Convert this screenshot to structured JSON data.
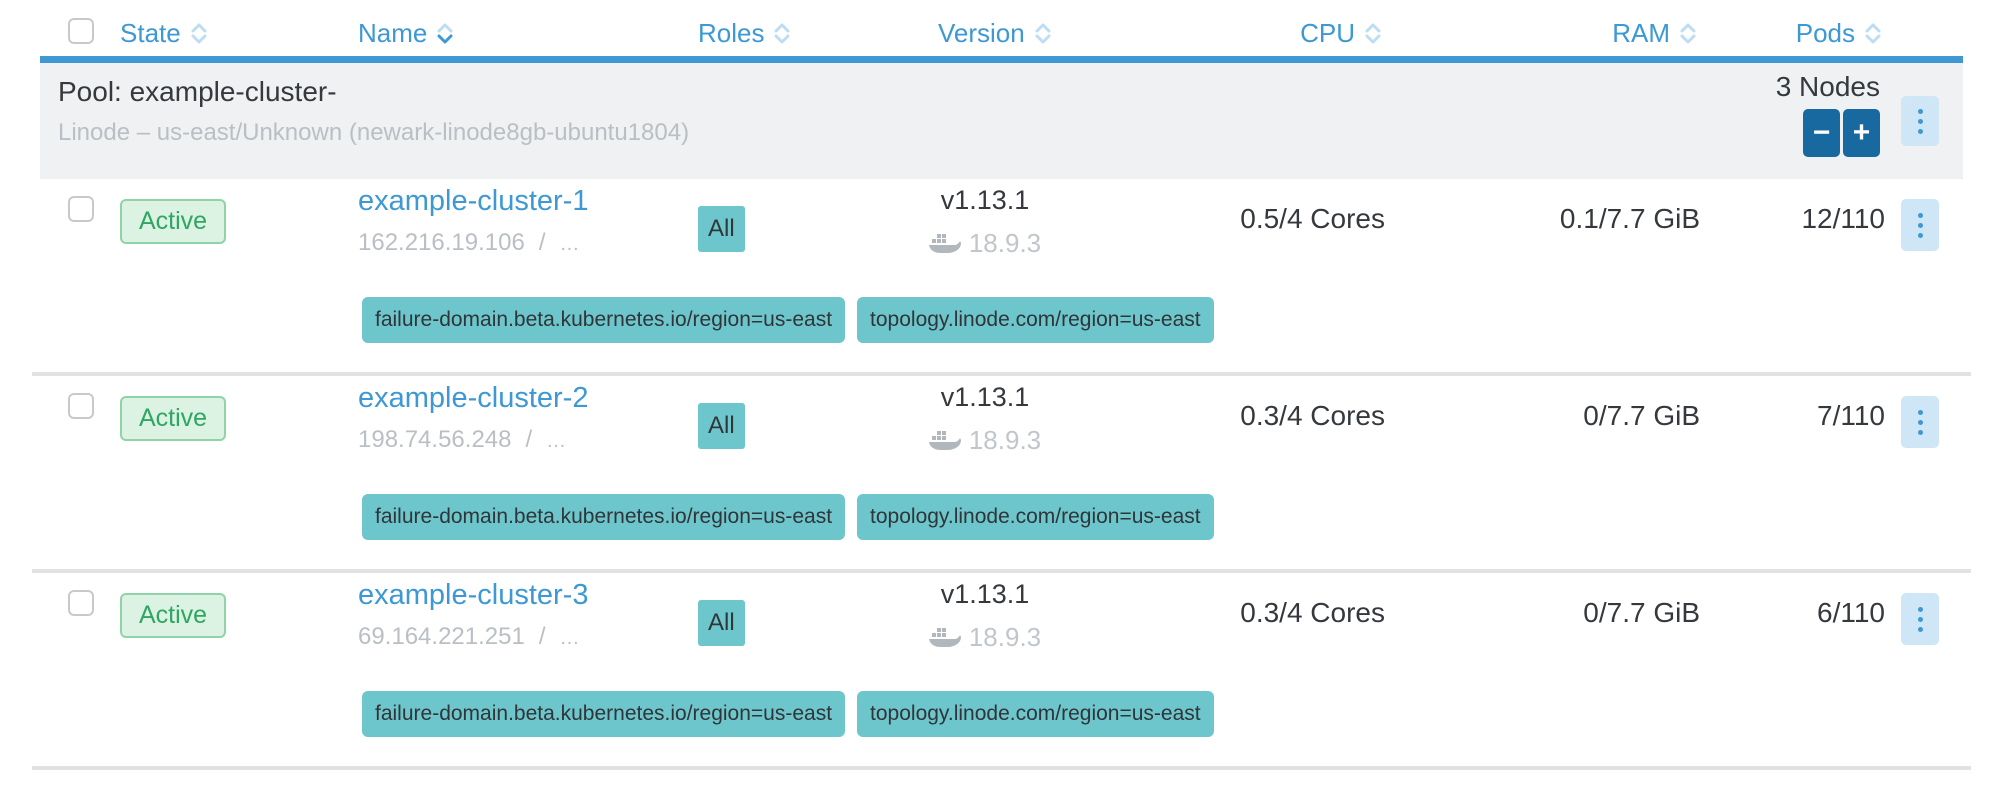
{
  "header": {
    "columns": [
      {
        "id": "state",
        "label": "State",
        "sort": "none"
      },
      {
        "id": "name",
        "label": "Name",
        "sort": "desc"
      },
      {
        "id": "roles",
        "label": "Roles",
        "sort": "none"
      },
      {
        "id": "version",
        "label": "Version",
        "sort": "none"
      },
      {
        "id": "cpu",
        "label": "CPU",
        "sort": "none"
      },
      {
        "id": "ram",
        "label": "RAM",
        "sort": "none"
      },
      {
        "id": "pods",
        "label": "Pods",
        "sort": "none"
      }
    ]
  },
  "pool": {
    "title": "Pool: example-cluster-",
    "subtitle": "Linode – us-east/Unknown (newark-linode8gb-ubuntu1804)",
    "node_count": "3 Nodes",
    "scale_down_label": "−",
    "scale_up_label": "+"
  },
  "strings": {
    "ip_separator": "/",
    "ip_truncated": "…"
  },
  "rows": [
    {
      "state": "Active",
      "name": "example-cluster-1",
      "ip": "162.216.19.106",
      "roles": "All",
      "version": "v1.13.1",
      "docker_version": "18.9.3",
      "cpu": "0.5/4 Cores",
      "ram": "0.1/7.7 GiB",
      "pods": "12/110",
      "labels": [
        "failure-domain.beta.kubernetes.io/region=us-east",
        "topology.linode.com/region=us-east"
      ]
    },
    {
      "state": "Active",
      "name": "example-cluster-2",
      "ip": "198.74.56.248",
      "roles": "All",
      "version": "v1.13.1",
      "docker_version": "18.9.3",
      "cpu": "0.3/4 Cores",
      "ram": "0/7.7 GiB",
      "pods": "7/110",
      "labels": [
        "failure-domain.beta.kubernetes.io/region=us-east",
        "topology.linode.com/region=us-east"
      ]
    },
    {
      "state": "Active",
      "name": "example-cluster-3",
      "ip": "69.164.221.251",
      "roles": "All",
      "version": "v1.13.1",
      "docker_version": "18.9.3",
      "cpu": "0.3/4 Cores",
      "ram": "0/7.7 GiB",
      "pods": "6/110",
      "labels": [
        "failure-domain.beta.kubernetes.io/region=us-east",
        "topology.linode.com/region=us-east"
      ]
    }
  ],
  "colors": {
    "accent_blue": "#3d98d3",
    "active_green": "#2fa664",
    "teal_badge": "#6dc6cc",
    "pool_background": "#eff1f2",
    "scale_button_blue": "#17699f"
  }
}
